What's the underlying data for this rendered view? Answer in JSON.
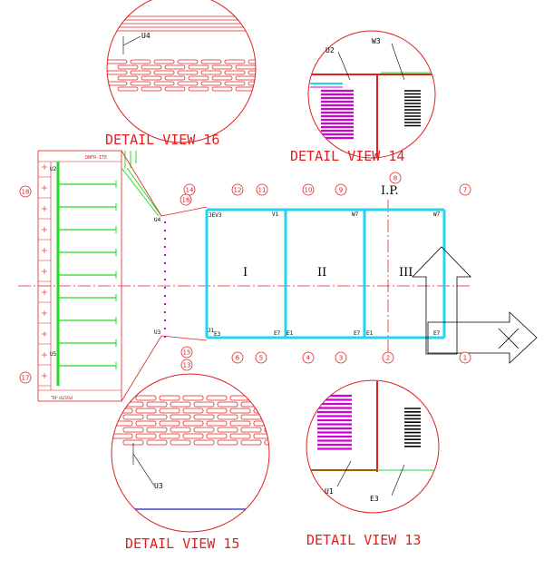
{
  "detail_views": {
    "v16": "DETAIL VIEW 16",
    "v14": "DETAIL VIEW 14",
    "v15": "DETAIL VIEW 15",
    "v13": "DETAIL VIEW 13"
  },
  "detail_labels": {
    "u4": "U4",
    "u2": "U2",
    "w3": "W3",
    "u3": "U3",
    "u1": "U1",
    "e3": "E3"
  },
  "section_labels": {
    "s1": "I",
    "s2": "II",
    "s3": "III",
    "ip": "I.P."
  },
  "strip_labels": {
    "top": "DNFR-ITE",
    "bottom": "POSTP-RL"
  },
  "node_labels": {
    "u4": "U4",
    "u3": "U3",
    "u5": "U5",
    "u2": "U2",
    "jeu3": "JEV3",
    "v1": "V1",
    "w7a": "W7",
    "w7b": "W7",
    "e3": "E3",
    "e1a": "E1",
    "e1b": "E1",
    "e7a": "E7",
    "e7b": "E7",
    "e7c": "E7",
    "j1": "J1"
  },
  "callouts": [
    "1",
    "2",
    "3",
    "4",
    "5",
    "6",
    "7",
    "8",
    "9",
    "10",
    "11",
    "12",
    "13",
    "14",
    "15",
    "16",
    "17",
    "18"
  ],
  "colors": {
    "red": "#e02020",
    "cyan": "#22d4f0",
    "green": "#22dd22",
    "magenta": "#d000d0"
  }
}
